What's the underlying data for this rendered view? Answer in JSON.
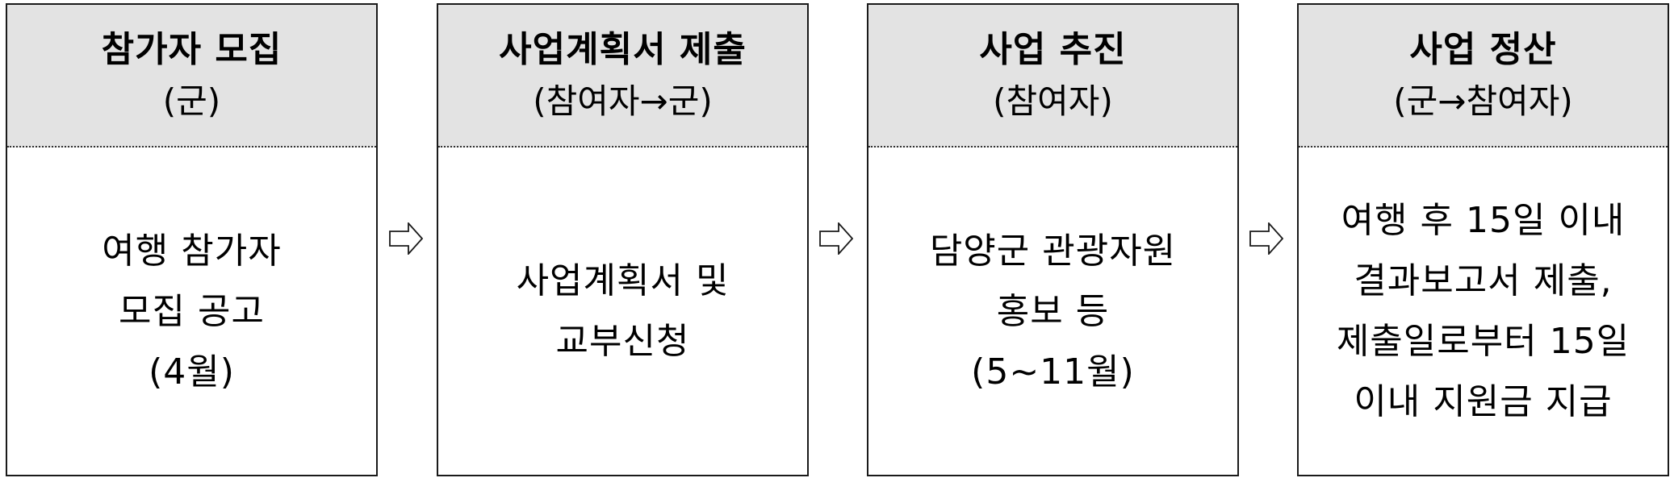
{
  "diagram": {
    "type": "process-flow",
    "colors": {
      "header_bg": "#e3e3e3",
      "border": "#1a1a1a",
      "text": "#000000",
      "body_bg": "#ffffff"
    },
    "steps": [
      {
        "title": "참가자 모집",
        "actor": "(군)",
        "body": [
          "여행 참가자",
          "모집 공고",
          "(4월)"
        ]
      },
      {
        "title": "사업계획서 제출",
        "actor": "(참여자→군)",
        "body": [
          "사업계획서 및",
          "교부신청"
        ]
      },
      {
        "title": "사업 추진",
        "actor": "(참여자)",
        "body": [
          "담양군 관광자원",
          "홍보 등",
          "(5~11월)"
        ]
      },
      {
        "title": "사업 정산",
        "actor": "(군→참여자)",
        "body": [
          "여행 후 15일 이내",
          "결과보고서 제출,",
          "제출일로부터 15일",
          "이내 지원금 지급"
        ]
      }
    ],
    "connectors": [
      {
        "icon": "right-arrow-outline-icon",
        "from": 0,
        "to": 1
      },
      {
        "icon": "right-arrow-outline-icon",
        "from": 1,
        "to": 2
      },
      {
        "icon": "right-arrow-outline-icon",
        "from": 2,
        "to": 3
      }
    ]
  }
}
